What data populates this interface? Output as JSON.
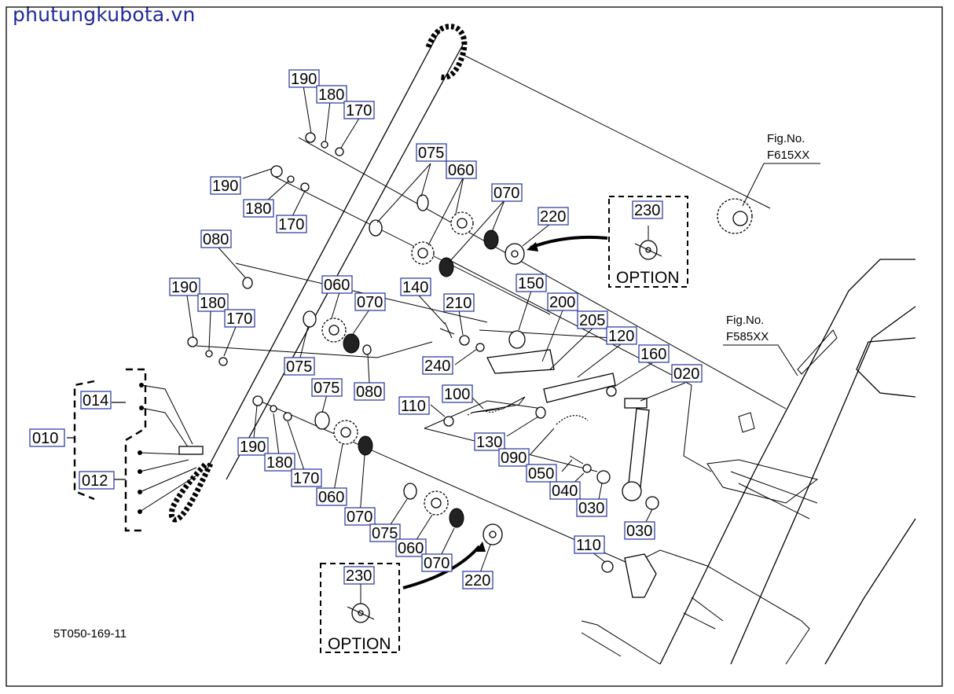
{
  "watermark": "phutungkubota.vn",
  "drawing_number": "5T050-169-11",
  "option_label": "OPTION",
  "figure_refs": [
    {
      "line1": "Fig.No.",
      "line2": "F615XX"
    },
    {
      "line1": "Fig.No.",
      "line2": "F585XX"
    }
  ],
  "part_labels": [
    "190",
    "180",
    "170",
    "190",
    "180",
    "170",
    "075",
    "060",
    "070",
    "220",
    "230",
    "080",
    "190",
    "180",
    "170",
    "060",
    "070",
    "140",
    "210",
    "150",
    "200",
    "205",
    "120",
    "160",
    "020",
    "075",
    "080",
    "240",
    "075",
    "110",
    "100",
    "130",
    "090",
    "050",
    "040",
    "030",
    "030",
    "014",
    "010",
    "012",
    "190",
    "180",
    "170",
    "060",
    "070",
    "075",
    "060",
    "070",
    "220",
    "110",
    "230"
  ]
}
